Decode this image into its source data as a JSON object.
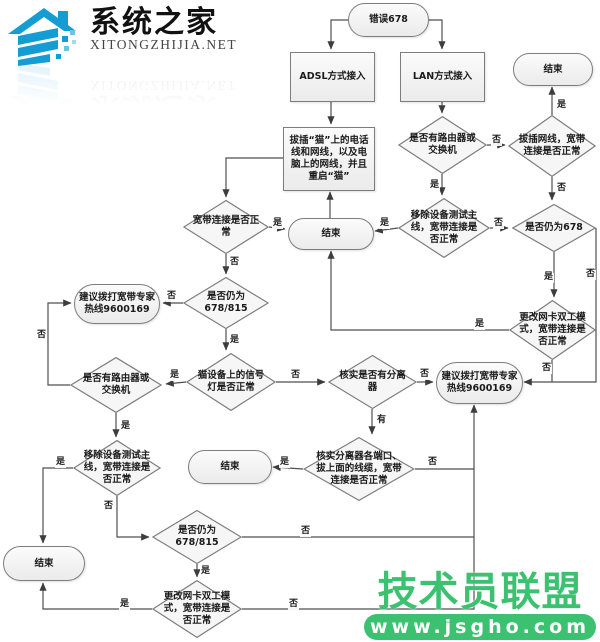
{
  "logo": {
    "title": "系统之家",
    "domain": "XITONGZHIJIA.NET"
  },
  "watermark": {
    "title": "技术员联盟",
    "url": "www.jsgho.com"
  },
  "labels": {
    "yes": "是",
    "no": "否",
    "has": "有"
  },
  "nodes": {
    "error": "错误678",
    "adsl": "ADSL方式接入",
    "lan": "LAN方式接入",
    "end": "结束",
    "modem_restart": "拔插“猫”上的电话线和网线，以及电脑上的网线，并且重启“猫”",
    "router": "是否有路由器或交换机",
    "replug_cable": "拔插网线，宽带连接是否正常",
    "bb_ok": "宽带连接是否正常",
    "remove_test": "移除设备测试主线，宽带连接是否正常",
    "still678": "是否仍为678",
    "hotline": "建议拨打宽带专家热线9600169",
    "still678815": "是否仍为678/815",
    "nic_duplex": "更改网卡双工模式，宽带连接是否正常",
    "modem_light": "猫设备上的信号灯是否正常",
    "splitter": "核实是否有分离器",
    "splitter_ports": "核实分离器各端口、拔上面的线缆，宽带连接是否正常"
  }
}
